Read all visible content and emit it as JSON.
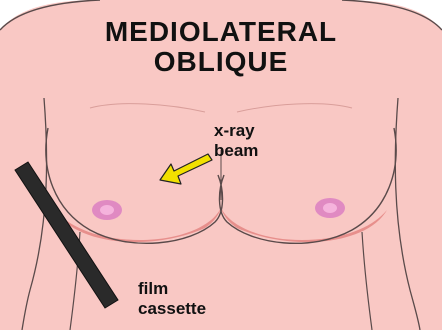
{
  "title": {
    "line1": "MEDIOLATERAL",
    "line2": "OBLIQUE"
  },
  "labels": {
    "beam_line1": "x-ray",
    "beam_line2": "beam",
    "cassette_line1": "film",
    "cassette_line2": "cassette"
  },
  "icons": {
    "beam_arrow": "arrow-icon"
  },
  "colors": {
    "skin": "#f9c8c4",
    "skin_shadow": "#e78f8c",
    "outline": "#5a4a4a",
    "areola": "#e08ac2",
    "nipple": "#f5b3dc",
    "arrow_fill": "#f2e000",
    "arrow_outline": "#222222",
    "cassette": "#2a2a2a",
    "text": "#111111"
  }
}
